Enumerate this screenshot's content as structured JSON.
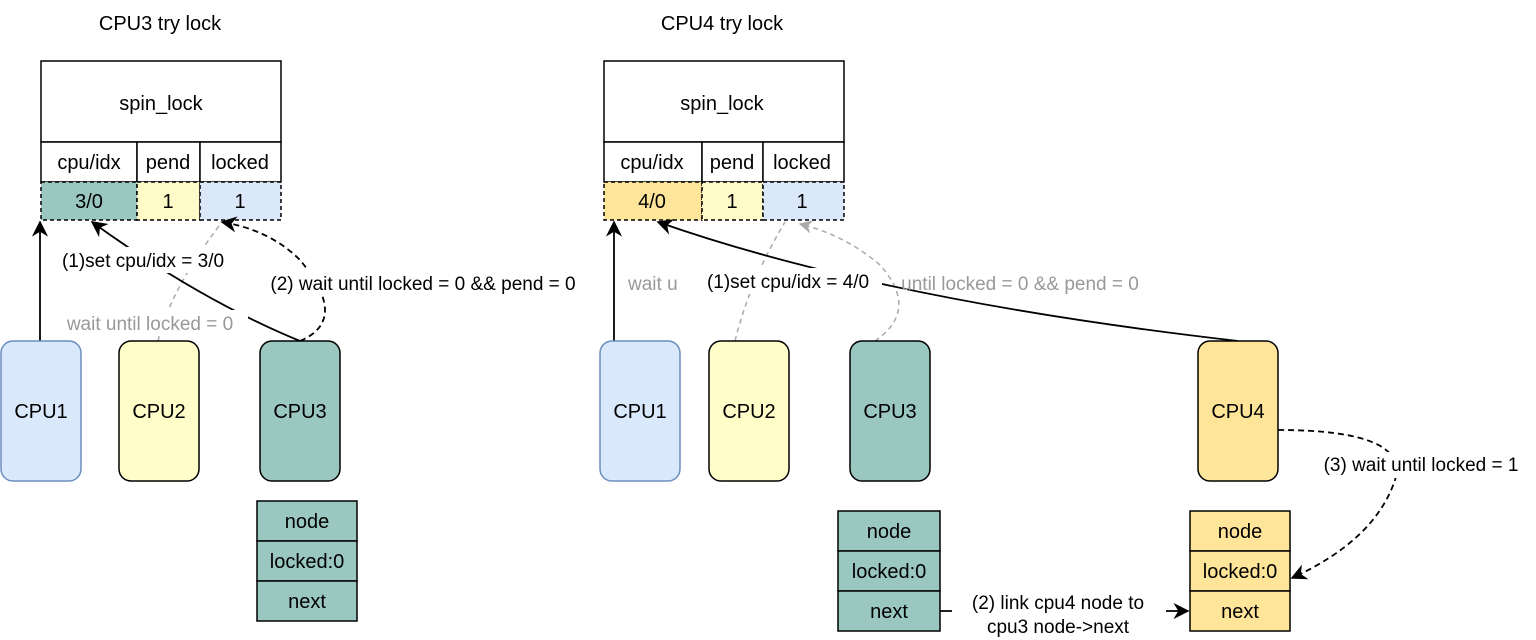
{
  "colors": {
    "teal": "#9ac7bf",
    "yellow": "#fffbc9",
    "blue": "#dbe8fa",
    "orange": "#ffe599",
    "cpu_blue_fill": "#dae8fc",
    "cpu_blue_stroke": "#6c8ebf",
    "cpu_yellow_fill": "#fffdc8",
    "gray": "#999999"
  },
  "left": {
    "title": "CPU3 try lock",
    "lock": {
      "name": "spin_lock",
      "headers": [
        "cpu/idx",
        "pend",
        "locked"
      ],
      "values": [
        "3/0",
        "1",
        "1"
      ]
    },
    "cpus": [
      "CPU1",
      "CPU2",
      "CPU3"
    ],
    "node": [
      "node",
      "locked:0",
      "next"
    ],
    "labels": {
      "set": "(1)set cpu/idx = 3/0",
      "wait_pend": "(2) wait until locked = 0 && pend = 0",
      "wait_locked": "wait until locked = 0"
    }
  },
  "right": {
    "title": "CPU4 try lock",
    "lock": {
      "name": "spin_lock",
      "headers": [
        "cpu/idx",
        "pend",
        "locked"
      ],
      "values": [
        "4/0",
        "1",
        "1"
      ]
    },
    "cpus": [
      "CPU1",
      "CPU2",
      "CPU3",
      "CPU4"
    ],
    "node_cpu3": [
      "node",
      "locked:0",
      "next"
    ],
    "node_cpu4": [
      "node",
      "locked:0",
      "next"
    ],
    "labels": {
      "set": "(1)set cpu/idx = 4/0",
      "wait_gray_partial": "wait u",
      "wait_gray_tail": "until locked = 0 && pend = 0",
      "wait_cpu4": "(3) wait until locked = 1",
      "link_line1": "(2) link cpu4 node to",
      "link_line2": "cpu3 node->next"
    }
  }
}
